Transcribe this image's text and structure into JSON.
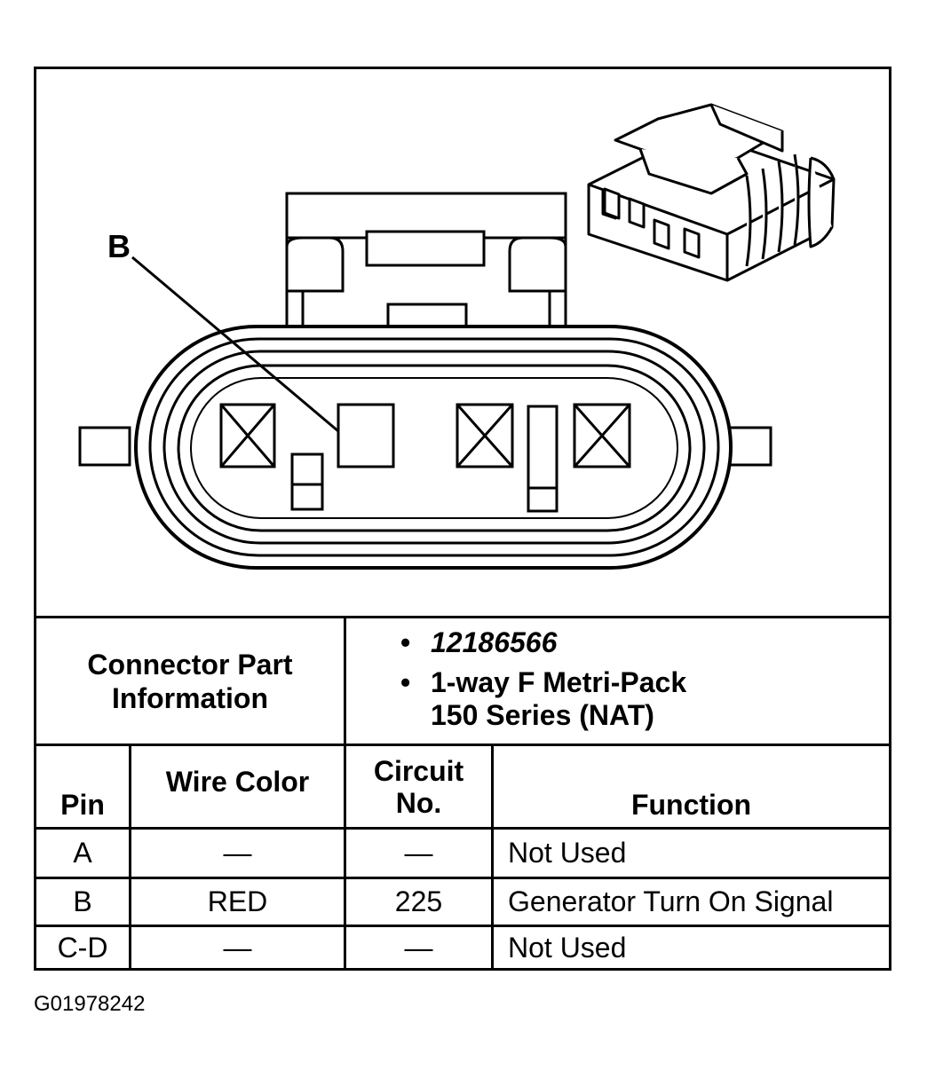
{
  "callout": {
    "pin_label": "B"
  },
  "part_info": {
    "label_line1": "Connector Part",
    "label_line2": "Information",
    "part_number": "12186566",
    "description_line1": "1-way F Metri-Pack",
    "description_line2": "150 Series (NAT)",
    "bullet": "•"
  },
  "table": {
    "headers": {
      "pin": "Pin",
      "wire_color": "Wire Color",
      "circuit_line1": "Circuit",
      "circuit_line2": "No.",
      "function": "Function"
    },
    "rows": [
      {
        "pin": "A",
        "wire_color": "—",
        "circuit": "—",
        "function": "Not Used"
      },
      {
        "pin": "B",
        "wire_color": "RED",
        "circuit": "225",
        "function": "Generator Turn On Signal"
      },
      {
        "pin": "C-D",
        "wire_color": "—",
        "circuit": "—",
        "function": "Not Used"
      }
    ]
  },
  "figure_id": "G01978242"
}
